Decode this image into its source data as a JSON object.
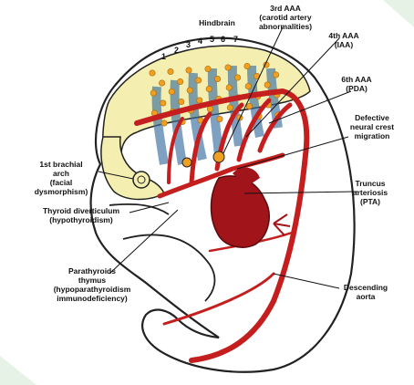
{
  "labels": {
    "hindbrain": "Hindbrain",
    "aaa3": "3rd AAA\n(carotid artery\nabnormalities)",
    "aaa4": "4th AAA\n(IAA)",
    "aaa6": "6th AAA\n(PDA)",
    "neural_crest": "Defective\nneural crest\nmigration",
    "brachial_arch": "1st brachial\narch\n(facial\ndysmorphism)",
    "thyroid": "Thyroid diverticulum\n(hypothyroidism)",
    "truncus": "Truncus\narteriosis\n(PTA)",
    "parathyroids": "Parathyroids\nthymus\n(hypoparathyroidism\nimmunodeficiency)",
    "aorta": "Descending\naorta"
  },
  "rhombomere_numbers": [
    "1",
    "2",
    "3",
    "4",
    "5",
    "6",
    "7"
  ],
  "colors": {
    "hindbrain_fill": "#f4efb0",
    "vessel_red": "#c41e1e",
    "heart_red": "#a0141a",
    "neural_crest_dot": "#f0a020",
    "neural_crest_blue": "#3a6ea0",
    "outline": "#222222",
    "background_corner": "#e6f2e6"
  }
}
